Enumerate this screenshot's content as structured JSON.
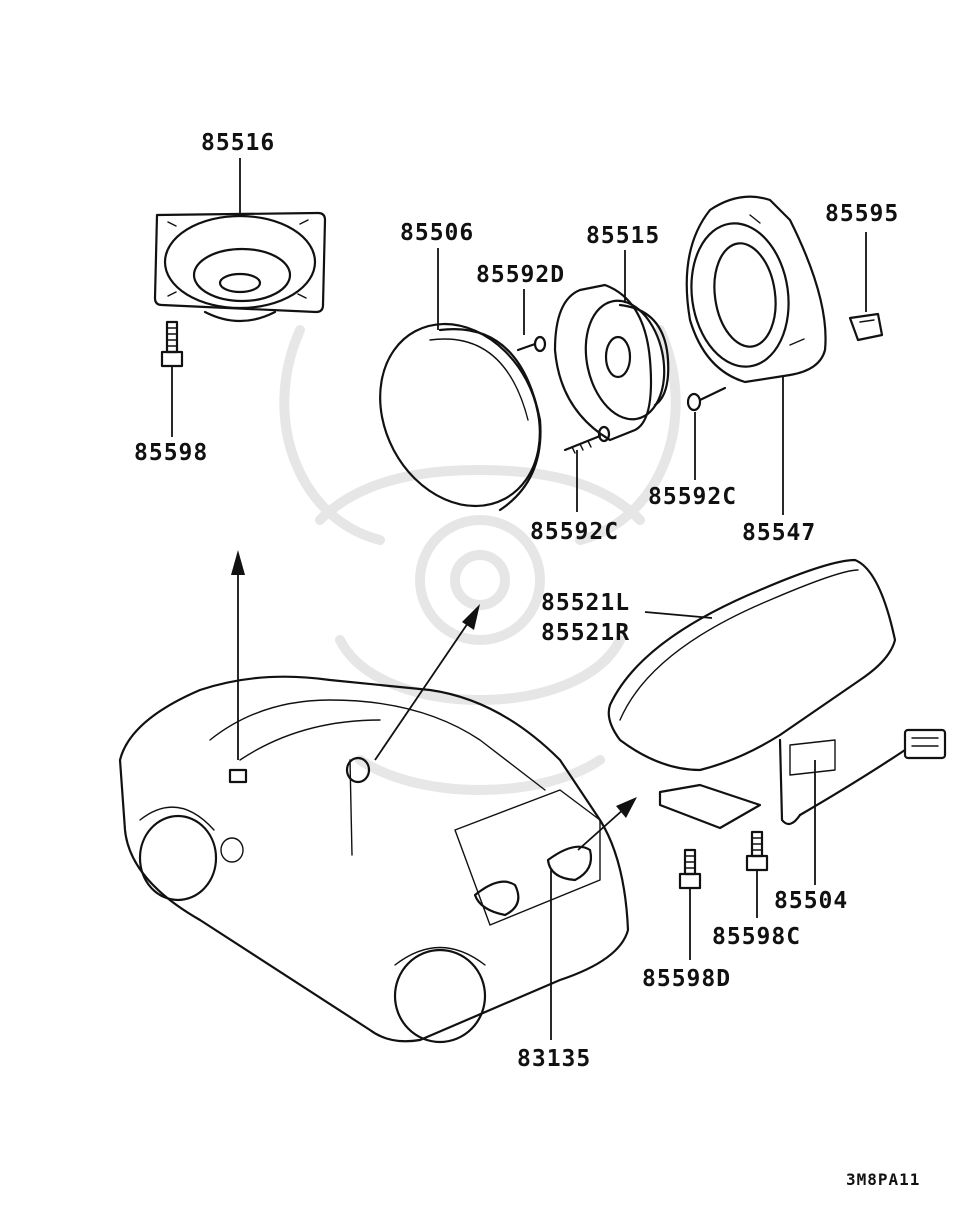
{
  "diagram": {
    "drawing_code": "3M8PA11",
    "callouts": [
      {
        "id": "c-85516",
        "label": "85516"
      },
      {
        "id": "c-85598",
        "label": "85598"
      },
      {
        "id": "c-85506",
        "label": "85506"
      },
      {
        "id": "c-85592d",
        "label": "85592D"
      },
      {
        "id": "c-85515",
        "label": "85515"
      },
      {
        "id": "c-85595",
        "label": "85595"
      },
      {
        "id": "c-85592c-a",
        "label": "85592C"
      },
      {
        "id": "c-85592c-b",
        "label": "85592C"
      },
      {
        "id": "c-85547",
        "label": "85547"
      },
      {
        "id": "c-85521l",
        "label": "85521L"
      },
      {
        "id": "c-85521r",
        "label": "85521R"
      },
      {
        "id": "c-85504",
        "label": "85504"
      },
      {
        "id": "c-85598c",
        "label": "85598C"
      },
      {
        "id": "c-85598d",
        "label": "85598D"
      },
      {
        "id": "c-83135",
        "label": "83135"
      }
    ],
    "components": [
      {
        "name": "speaker-square",
        "icon": "speaker-icon"
      },
      {
        "name": "speaker-grille-cover",
        "icon": "grille-icon"
      },
      {
        "name": "speaker-round",
        "icon": "speaker-icon"
      },
      {
        "name": "speaker-bracket",
        "icon": "bracket-icon"
      },
      {
        "name": "clip",
        "icon": "clip-icon"
      },
      {
        "name": "rear-speaker-box",
        "icon": "speaker-box-icon"
      },
      {
        "name": "vehicle-hatchback",
        "icon": "car-icon"
      }
    ]
  }
}
